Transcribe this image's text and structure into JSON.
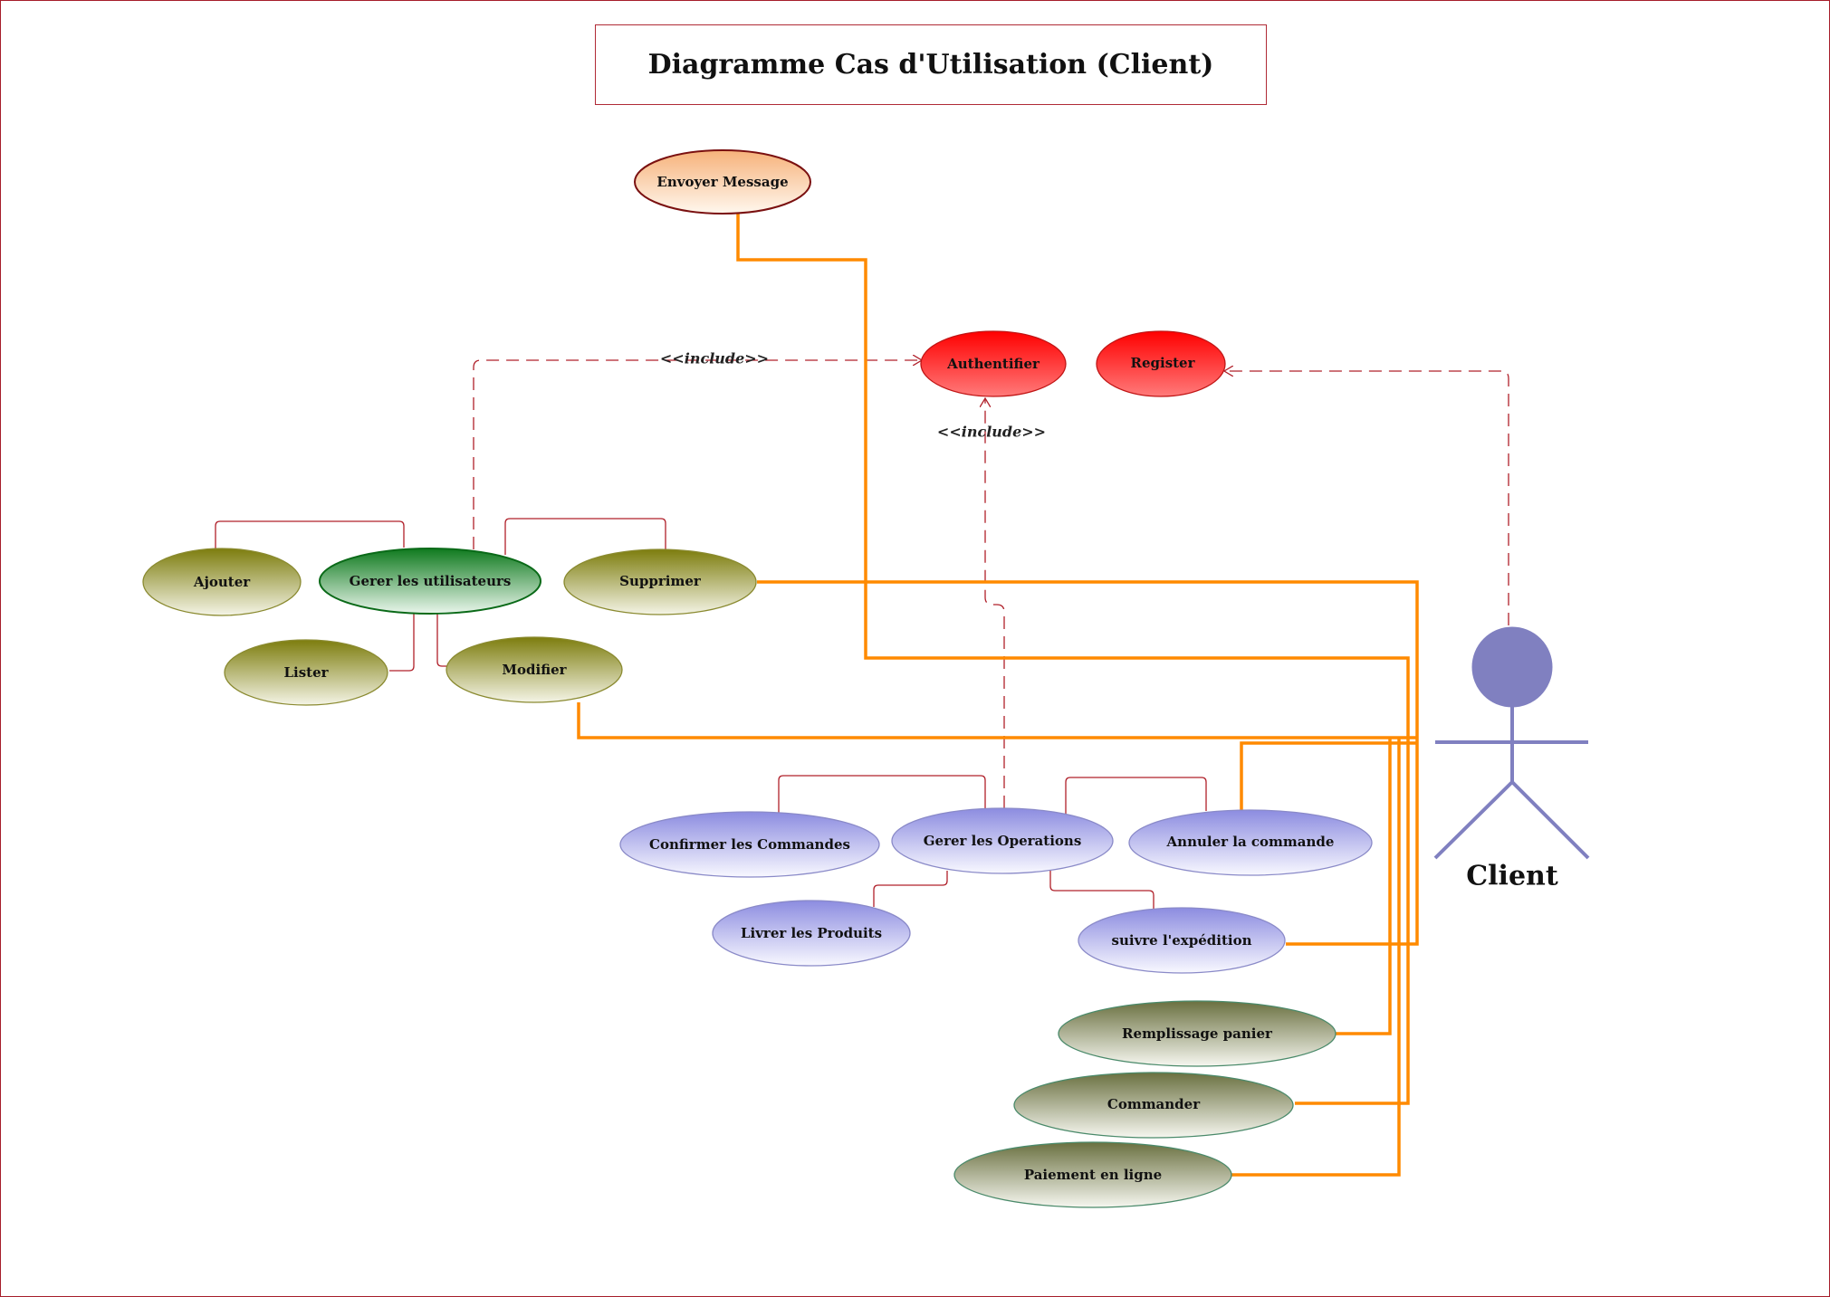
{
  "title": "Diagramme Cas d'Utilisation (Client)",
  "actor": {
    "name": "Client",
    "color": "#8080c0"
  },
  "stereotypes": {
    "include_top": "<<include>>",
    "include_mid": "<<include>>"
  },
  "use_cases": {
    "envoyer_message": "Envoyer Message",
    "authentifier": "Authentifier",
    "register": "Register",
    "ajouter": "Ajouter",
    "gerer_utilisateurs": "Gerer les utilisateurs",
    "supprimer": "Supprimer",
    "lister": "Lister",
    "modifier": "Modifier",
    "confirmer_commandes": "Confirmer les Commandes",
    "gerer_operations": "Gerer les Operations",
    "annuler_commande": "Annuler la commande",
    "livrer_produits": "Livrer les Produits",
    "suivre_expedition": "suivre l'expédition",
    "remplissage_panier": "Remplissage panier",
    "commander": "Commander",
    "paiement_en_ligne": "Paiement en ligne"
  },
  "colors": {
    "association": "#ff8a00",
    "dependency": "#b0202a",
    "red_case": "#ff1a1a",
    "olive_case": "#7a7a10",
    "green_case": "#1a8a2a",
    "violet_case": "#9a9ae0",
    "peach_case": "#f8c090"
  }
}
